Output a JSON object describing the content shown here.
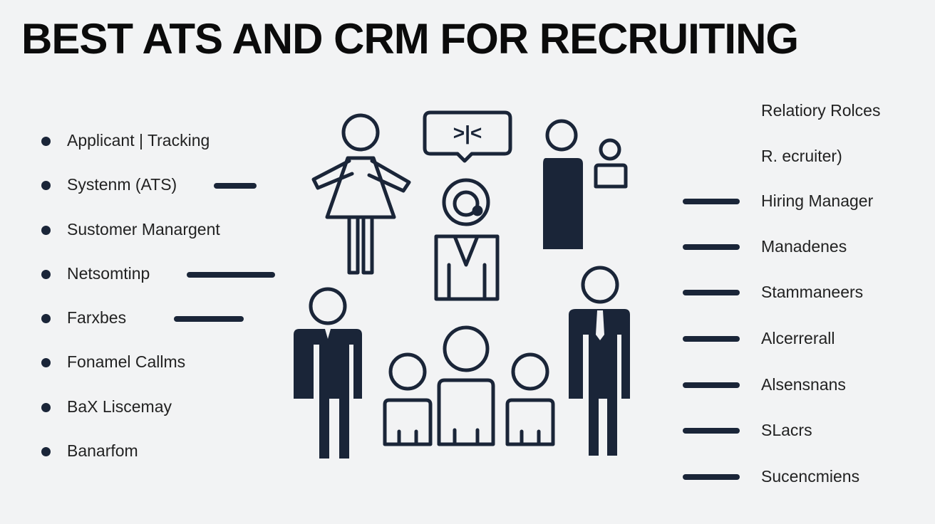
{
  "title": "BEST ATS AND CRM FOR RECRUITING",
  "left_items": [
    {
      "label": "Applicant | Tracking"
    },
    {
      "label": "Systenm  (ATS)"
    },
    {
      "label": "Sustomer Manargent"
    },
    {
      "label": "Netsomtinp"
    },
    {
      "label": "Farxbes"
    },
    {
      "label": "Fonamel Callms"
    },
    {
      "label": "BaX Liscemay"
    },
    {
      "label": "Banarfom"
    }
  ],
  "right_items": [
    {
      "label": "Relatiory Rolces"
    },
    {
      "label": "R. ecruiter)"
    },
    {
      "label": "Hiring Manager"
    },
    {
      "label": "Manadenes"
    },
    {
      "label": "Stammaneers"
    },
    {
      "label": "Alcerrerall"
    },
    {
      "label": "Alsensnans"
    },
    {
      "label": "SLacrs"
    },
    {
      "label": "Sucencmiens"
    }
  ],
  "speech_bubble_text": ">|<",
  "colors": {
    "ink": "#1a2538",
    "background": "#f2f3f4"
  }
}
